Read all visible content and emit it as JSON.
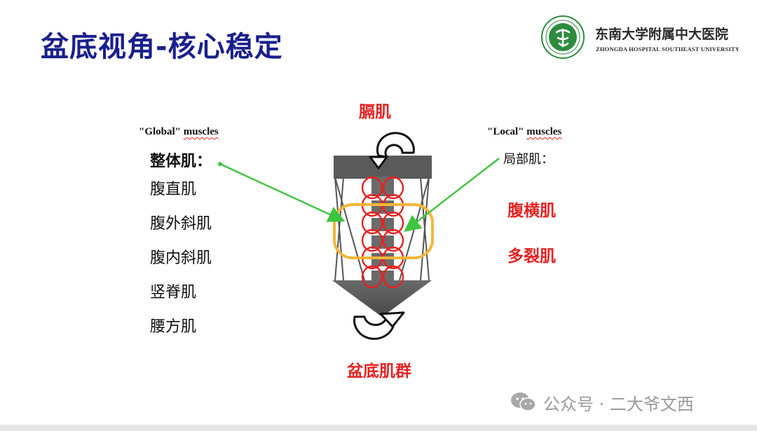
{
  "title": "盆底视角-核心稳定",
  "logo": {
    "name_cn": "东南大学附属中大医院",
    "name_en": "ZHONGDA HOSPITAL  SOUTHEAST UNIVERSITY"
  },
  "diagram": {
    "top_label": "膈肌",
    "bottom_label": "盆底肌群"
  },
  "global": {
    "label_quote_open": "\"Global\"",
    "label_word": "muscles",
    "heading": "整体肌：",
    "items": [
      "腹直肌",
      "腹外斜肌",
      "腹内斜肌",
      "竖脊肌",
      "腰方肌"
    ]
  },
  "local": {
    "label_quote_open": "\"Local\"",
    "label_word": "muscles",
    "heading": "局部肌：",
    "items": [
      "腹横肌",
      "多裂肌"
    ]
  },
  "watermark": {
    "text": "公众号 · 二大爷文西",
    "icon": "wechat-icon"
  },
  "colors": {
    "title": "#1a1f8c",
    "accent_red": "#e52222",
    "ring_orange": "#f4b63a",
    "arrow_green": "#3fc43f",
    "spine_gray": "#5a5a5a"
  }
}
